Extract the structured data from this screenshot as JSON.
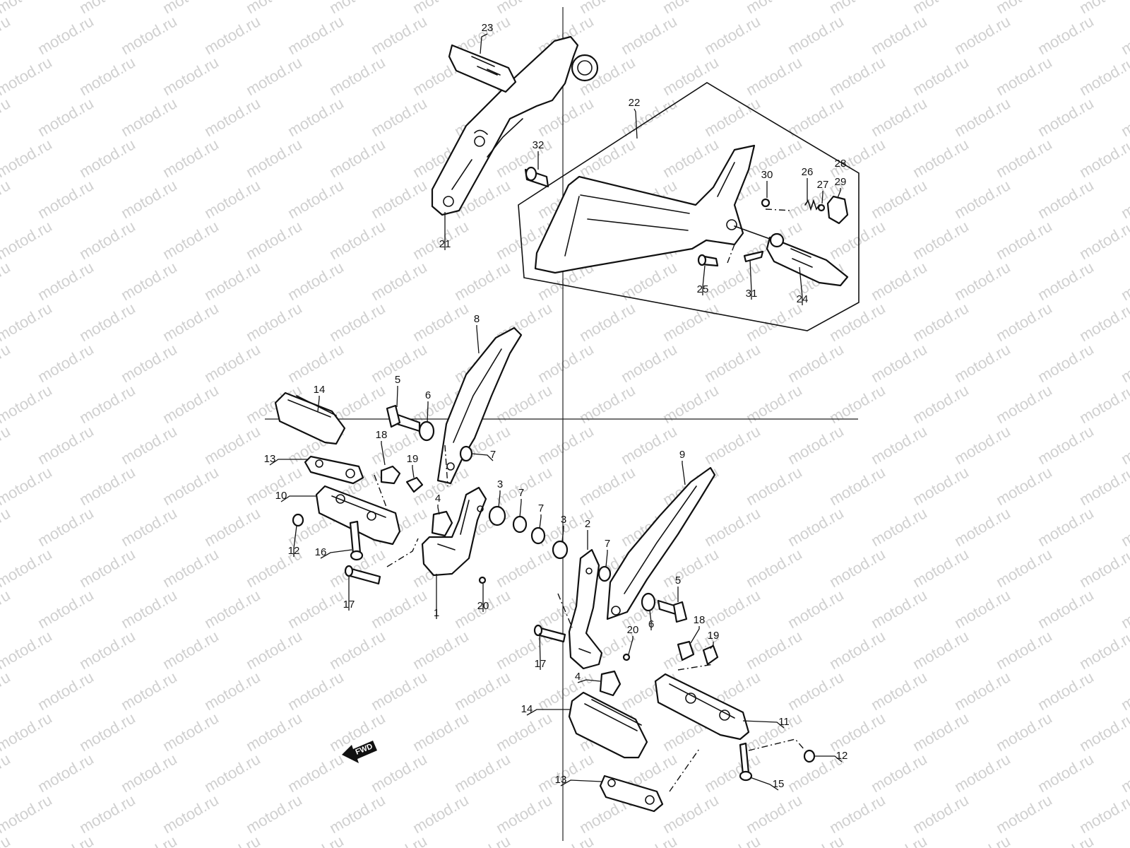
{
  "watermark": {
    "text": "motod.ru"
  },
  "fwd_label": "FWD",
  "callouts": [
    {
      "id": "c23a",
      "label": "23"
    },
    {
      "id": "c22",
      "label": "22"
    },
    {
      "id": "c32",
      "label": "32"
    },
    {
      "id": "c21",
      "label": "21"
    },
    {
      "id": "c30",
      "label": "30"
    },
    {
      "id": "c26",
      "label": "26"
    },
    {
      "id": "c27",
      "label": "27"
    },
    {
      "id": "c28",
      "label": "28"
    },
    {
      "id": "c29",
      "label": "29"
    },
    {
      "id": "c25",
      "label": "25"
    },
    {
      "id": "c31",
      "label": "31"
    },
    {
      "id": "c24",
      "label": "24"
    },
    {
      "id": "c8",
      "label": "8"
    },
    {
      "id": "c14a",
      "label": "14"
    },
    {
      "id": "c5a",
      "label": "5"
    },
    {
      "id": "c6a",
      "label": "6"
    },
    {
      "id": "c18a",
      "label": "18"
    },
    {
      "id": "c19a",
      "label": "19"
    },
    {
      "id": "c7a",
      "label": "7"
    },
    {
      "id": "c13a",
      "label": "13"
    },
    {
      "id": "c10",
      "label": "10"
    },
    {
      "id": "c4a",
      "label": "4"
    },
    {
      "id": "c3a",
      "label": "3"
    },
    {
      "id": "c7b",
      "label": "7"
    },
    {
      "id": "c7c",
      "label": "7"
    },
    {
      "id": "c3b",
      "label": "3"
    },
    {
      "id": "c12a",
      "label": "12"
    },
    {
      "id": "c16",
      "label": "16"
    },
    {
      "id": "c17a",
      "label": "17"
    },
    {
      "id": "c1",
      "label": "1"
    },
    {
      "id": "c20a",
      "label": "20"
    },
    {
      "id": "c9",
      "label": "9"
    },
    {
      "id": "c2",
      "label": "2"
    },
    {
      "id": "c7d",
      "label": "7"
    },
    {
      "id": "c5b",
      "label": "5"
    },
    {
      "id": "c6b",
      "label": "6"
    },
    {
      "id": "c18b",
      "label": "18"
    },
    {
      "id": "c20b",
      "label": "20"
    },
    {
      "id": "c19b",
      "label": "19"
    },
    {
      "id": "c17b",
      "label": "17"
    },
    {
      "id": "c4b",
      "label": "4"
    },
    {
      "id": "c14b",
      "label": "14"
    },
    {
      "id": "c11",
      "label": "11"
    },
    {
      "id": "c12b",
      "label": "12"
    },
    {
      "id": "c15",
      "label": "15"
    },
    {
      "id": "c13b",
      "label": "13"
    }
  ]
}
